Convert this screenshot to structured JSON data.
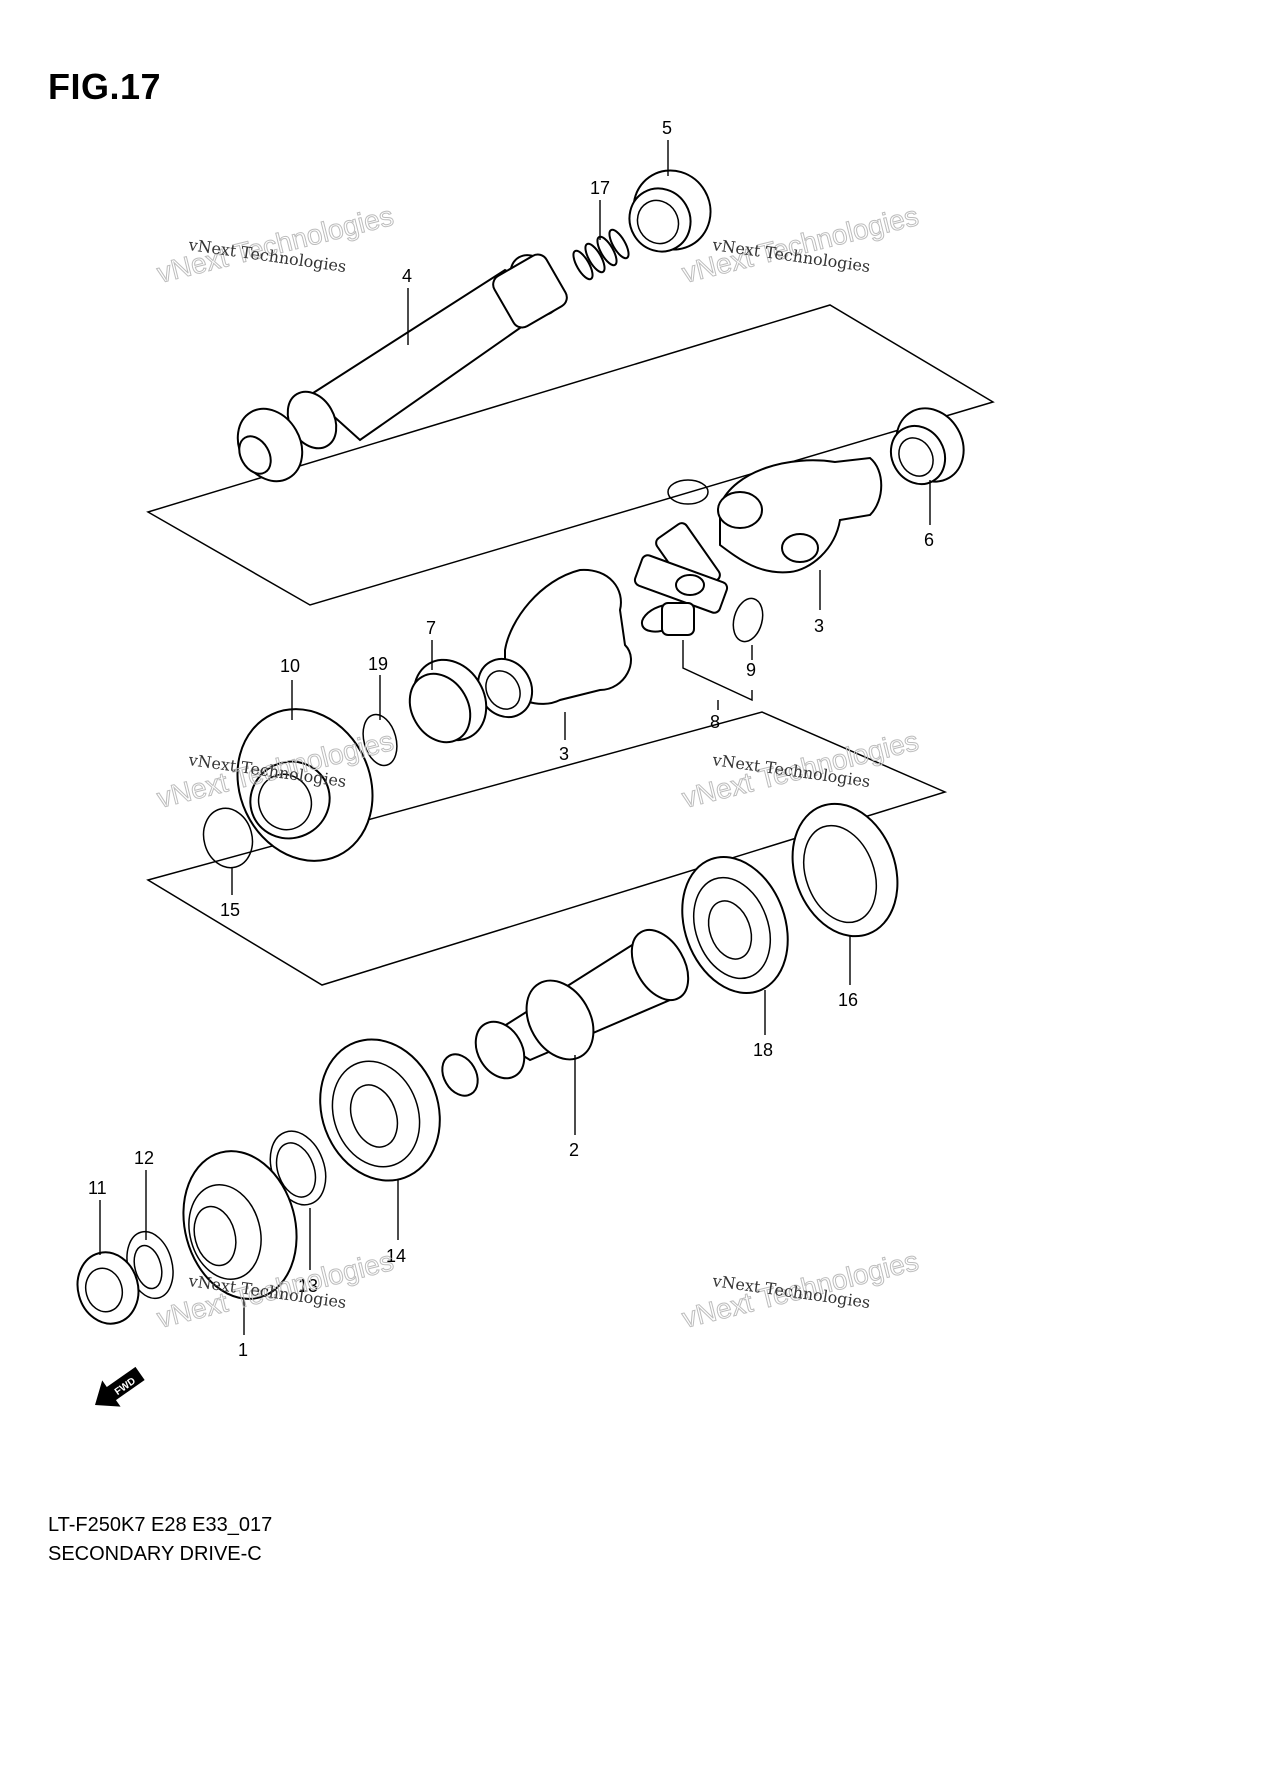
{
  "figure": {
    "title": "FIG.17"
  },
  "callouts": {
    "c1": "1",
    "c2": "2",
    "c3a": "3",
    "c3b": "3",
    "c4": "4",
    "c5": "5",
    "c6": "6",
    "c7": "7",
    "c8": "8",
    "c9": "9",
    "c10": "10",
    "c11": "11",
    "c12": "12",
    "c13": "13",
    "c14": "14",
    "c15": "15",
    "c16": "16",
    "c17": "17",
    "c18": "18",
    "c19": "19"
  },
  "watermark": {
    "small": "vNext Technologies",
    "big": "vNext Technologies"
  },
  "fwd_arrow": {
    "label": "FWD"
  },
  "footer": {
    "code": "LT-F250K7 E28 E33_017",
    "name": "SECONDARY DRIVE-C"
  }
}
